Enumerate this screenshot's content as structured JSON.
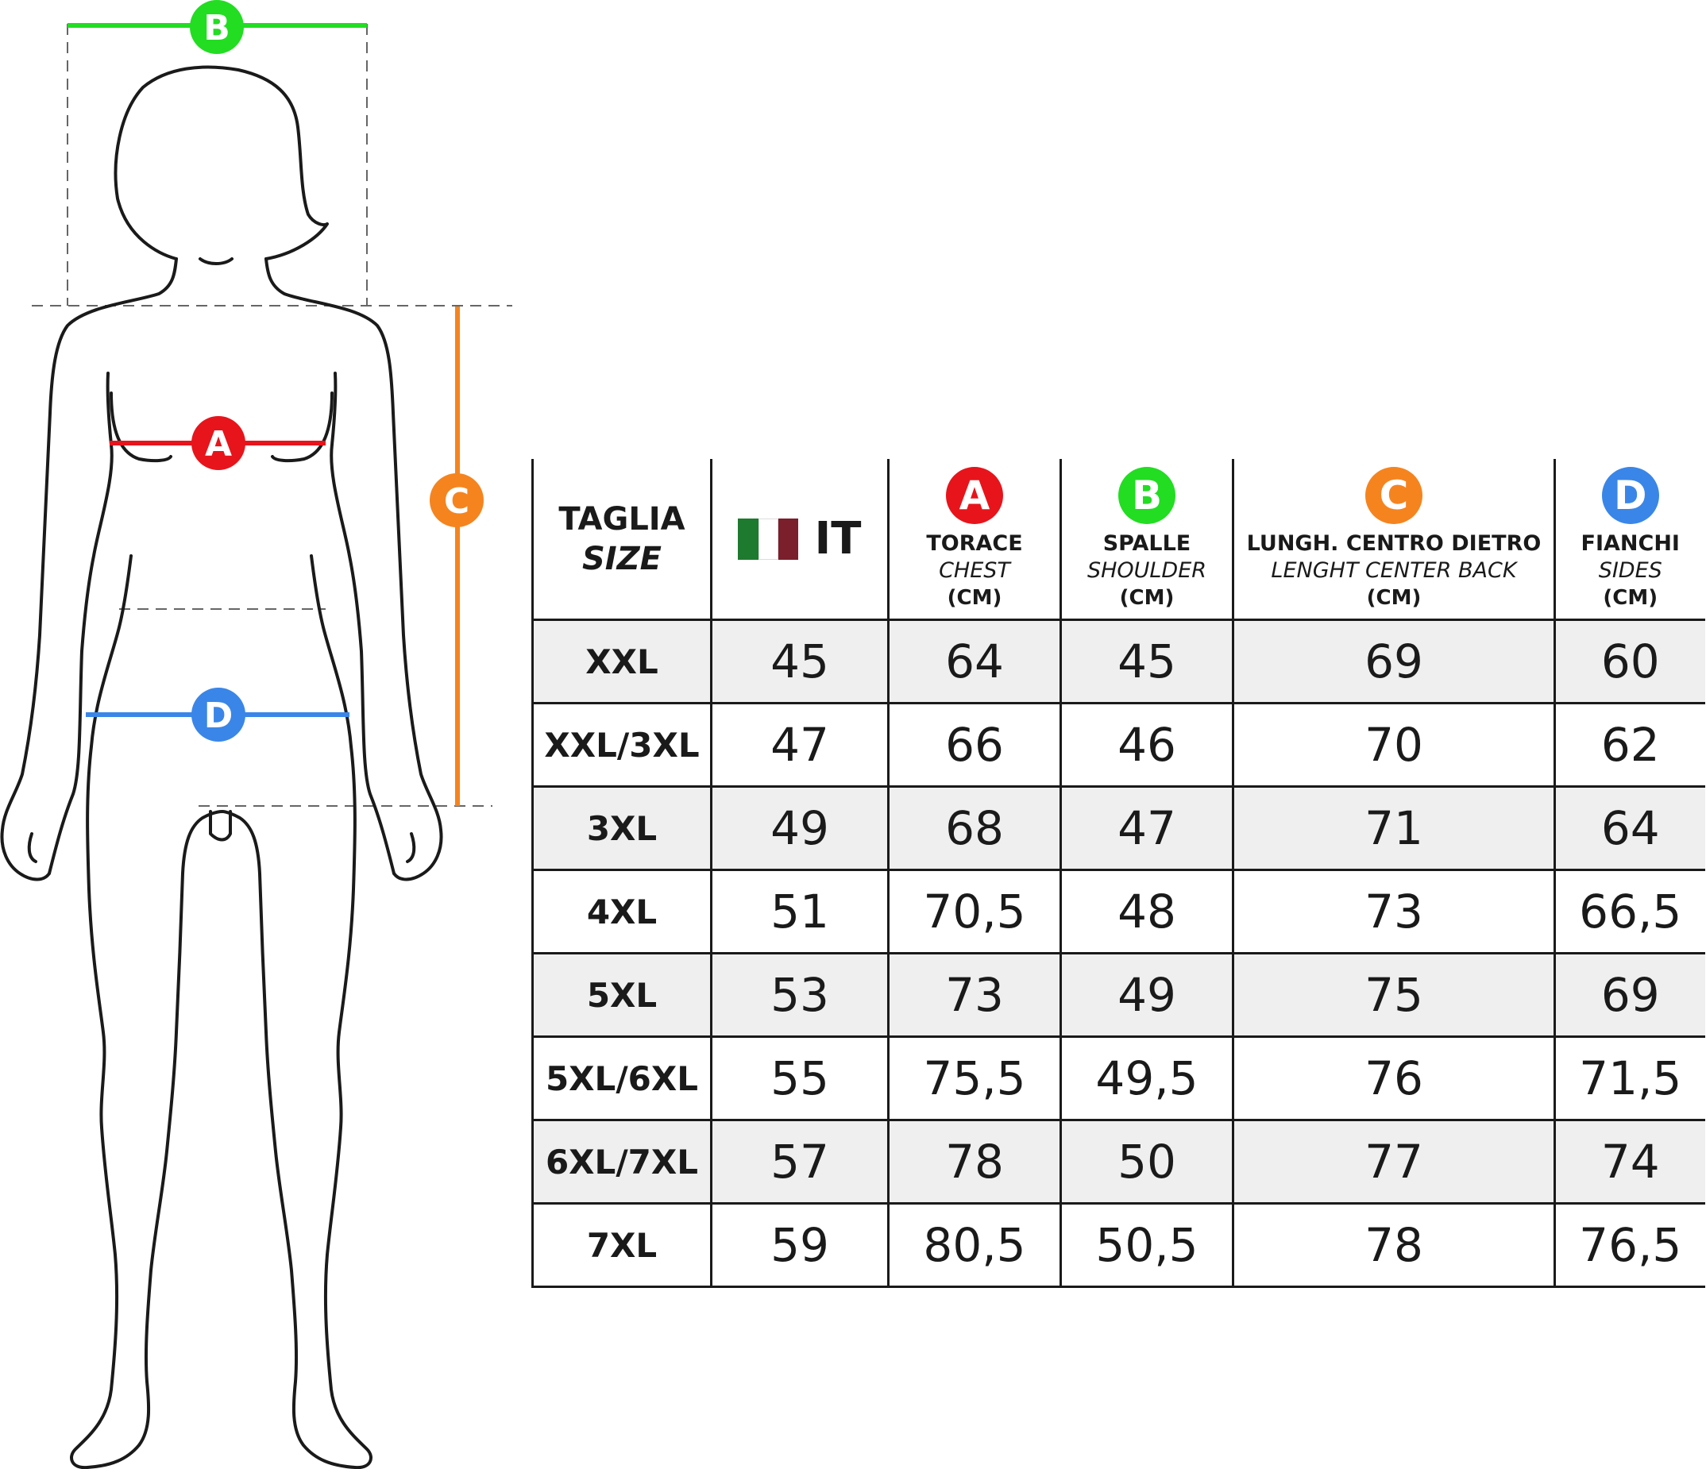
{
  "legend": {
    "a": {
      "letter": "A",
      "color": "#e8141b"
    },
    "b": {
      "letter": "B",
      "color": "#22dd22"
    },
    "c": {
      "letter": "C",
      "color": "#f5841f"
    },
    "d": {
      "letter": "D",
      "color": "#3a86e8"
    }
  },
  "table": {
    "headers": {
      "size": {
        "it": "TAGLIA",
        "en": "SIZE"
      },
      "it": {
        "label": "IT",
        "flag_colors": [
          "#1e7a2e",
          "#ffffff",
          "#7a1f2b"
        ]
      },
      "chest": {
        "it": "TORACE",
        "en": "CHEST",
        "unit": "(CM)"
      },
      "shoulder": {
        "it": "SPALLE",
        "en": "SHOULDER",
        "unit": "(CM)"
      },
      "length": {
        "it": "LUNGH. CENTRO DIETRO",
        "en": "LENGHT CENTER BACK",
        "unit": "(CM)"
      },
      "sides": {
        "it": "FIANCHI",
        "en": "SIDES",
        "unit": "(CM)"
      }
    },
    "rows": [
      {
        "size": "XXL",
        "it": "45",
        "chest": "64",
        "shoulder": "45",
        "length": "69",
        "sides": "60"
      },
      {
        "size": "XXL/3XL",
        "it": "47",
        "chest": "66",
        "shoulder": "46",
        "length": "70",
        "sides": "62"
      },
      {
        "size": "3XL",
        "it": "49",
        "chest": "68",
        "shoulder": "47",
        "length": "71",
        "sides": "64"
      },
      {
        "size": "4XL",
        "it": "51",
        "chest": "70,5",
        "shoulder": "48",
        "length": "73",
        "sides": "66,5"
      },
      {
        "size": "5XL",
        "it": "53",
        "chest": "73",
        "shoulder": "49",
        "length": "75",
        "sides": "69"
      },
      {
        "size": "5XL/6XL",
        "it": "55",
        "chest": "75,5",
        "shoulder": "49,5",
        "length": "76",
        "sides": "71,5"
      },
      {
        "size": "6XL/7XL",
        "it": "57",
        "chest": "78",
        "shoulder": "50",
        "length": "77",
        "sides": "74"
      },
      {
        "size": "7XL",
        "it": "59",
        "chest": "80,5",
        "shoulder": "50,5",
        "length": "78",
        "sides": "76,5"
      }
    ]
  }
}
